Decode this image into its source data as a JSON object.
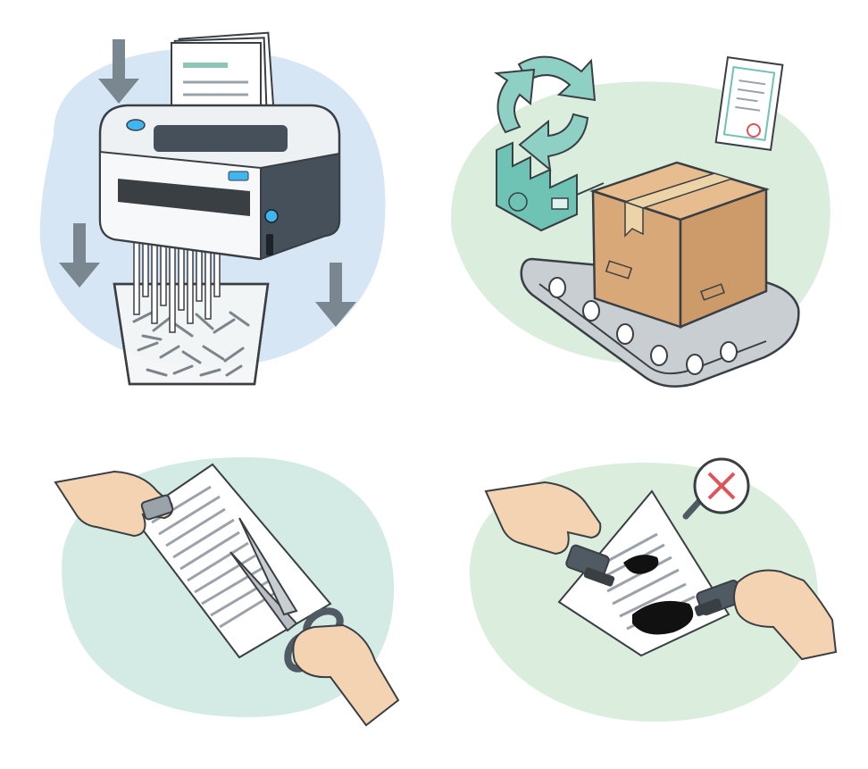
{
  "colors": {
    "outline": "#3a3f44",
    "blob_blue": "#d7e6f5",
    "blob_green": "#dbeede",
    "blob_teal": "#d3ebe4",
    "shredder_body": "#eef1f3",
    "shredder_dark": "#45505a",
    "indicator_blue": "#3fb6f0",
    "arrow_gray": "#7a8790",
    "box_tan": "#d9a878",
    "box_tape": "#ecd3a8",
    "factory_teal": "#6ec3b5",
    "recycle_teal": "#8fd0c4",
    "skin": "#f4d3b3",
    "paper": "#ffffff",
    "text_line": "#9aa3aa",
    "redact_black": "#111111",
    "reject_red": "#e2525a"
  },
  "panels": [
    {
      "id": "shred",
      "icons": [
        "down-arrow-icon",
        "paper-shredder-icon",
        "shred-bin-icon"
      ]
    },
    {
      "id": "recycle",
      "icons": [
        "recycle-icon",
        "factory-icon",
        "certificate-icon",
        "cardboard-box-icon",
        "conveyor-belt-icon"
      ]
    },
    {
      "id": "cut",
      "icons": [
        "hand-icon",
        "document-icon",
        "scissors-icon"
      ]
    },
    {
      "id": "redact",
      "icons": [
        "magnifier-reject-icon",
        "hand-icon",
        "document-icon",
        "marker-icon"
      ]
    }
  ]
}
